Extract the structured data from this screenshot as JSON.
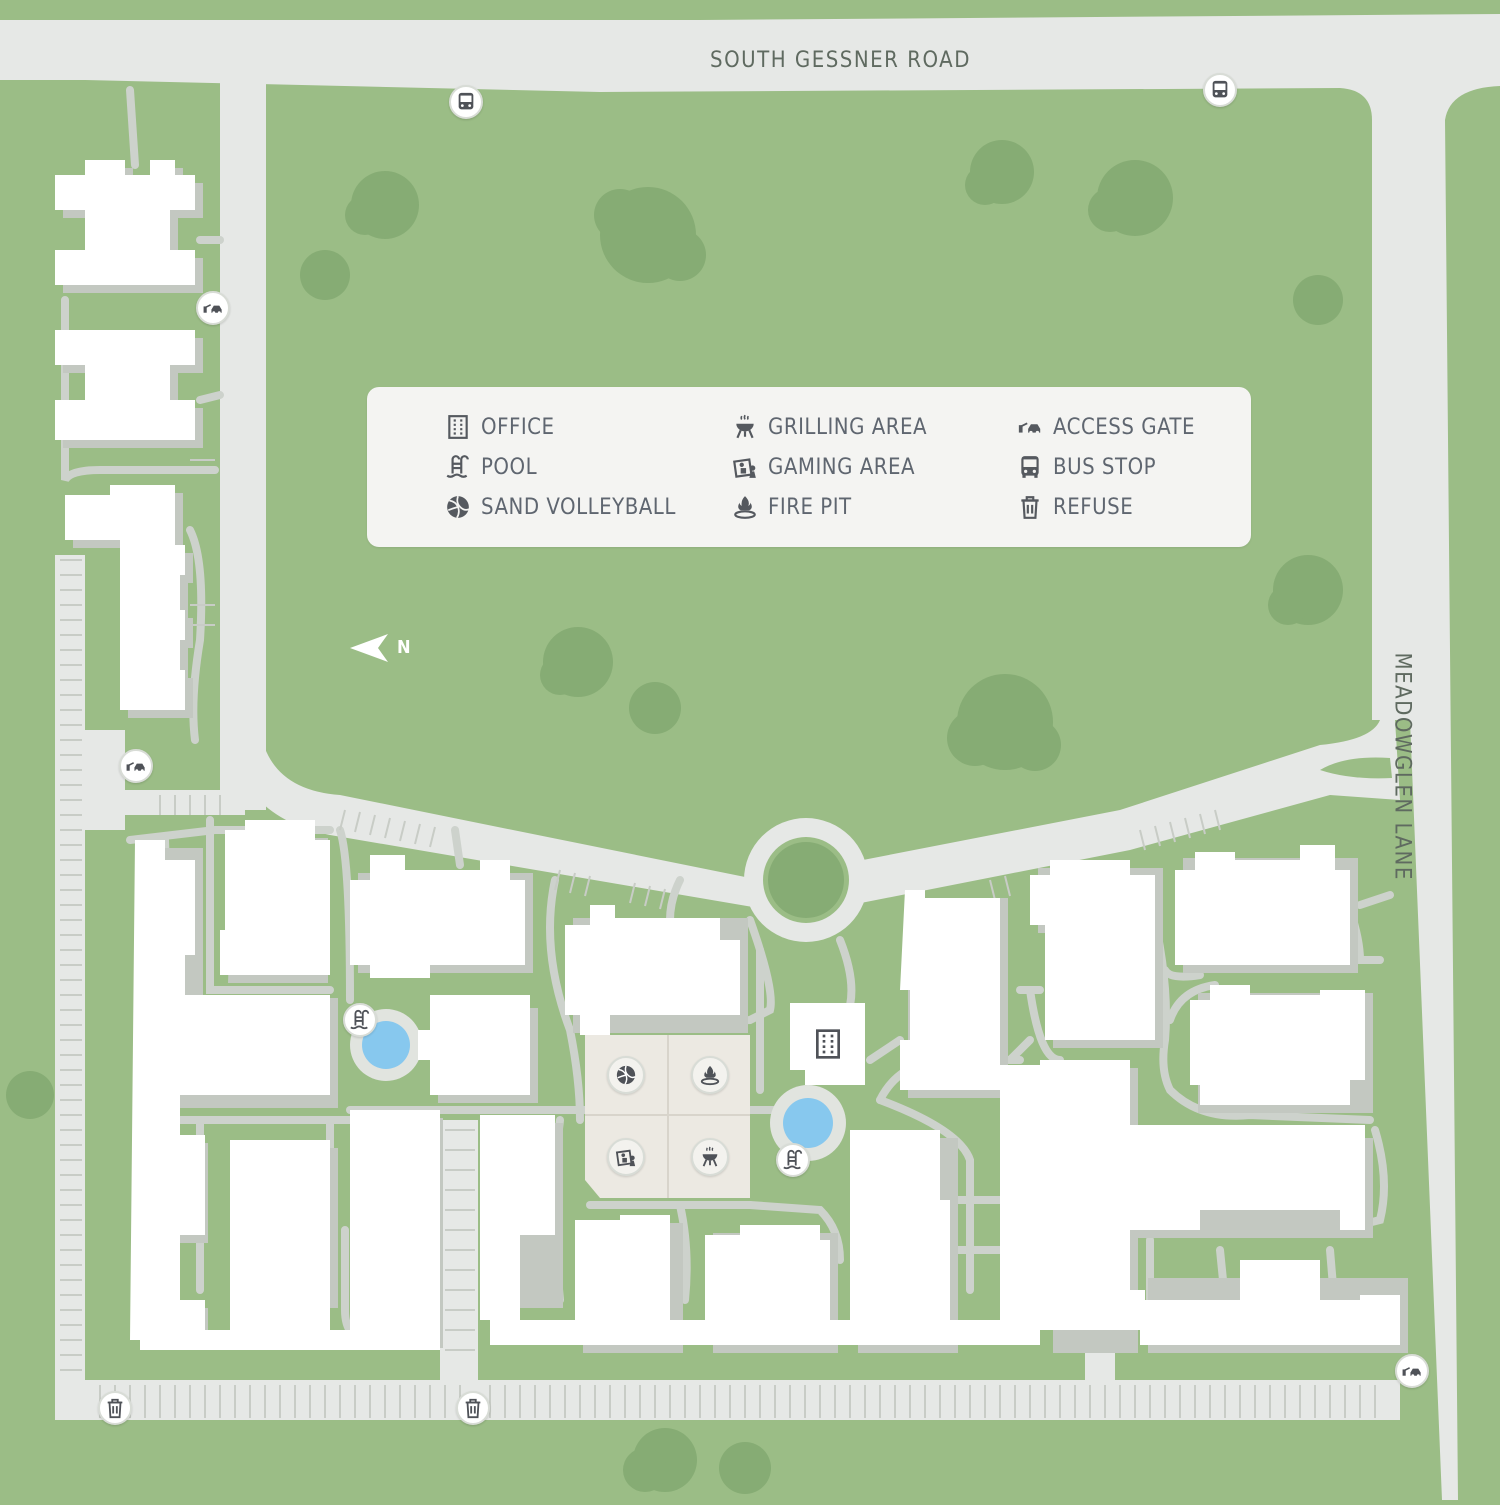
{
  "roads": {
    "north": "SOUTH GESSNER ROAD",
    "east": "MEADOWGLEN LANE"
  },
  "compass": {
    "label": "N"
  },
  "legend": {
    "items": [
      {
        "label": "OFFICE",
        "icon": "office-building-icon"
      },
      {
        "label": "POOL",
        "icon": "pool-ladder-icon"
      },
      {
        "label": "SAND VOLLEYBALL",
        "icon": "volleyball-icon"
      },
      {
        "label": "GRILLING AREA",
        "icon": "grill-icon"
      },
      {
        "label": "GAMING AREA",
        "icon": "game-board-icon"
      },
      {
        "label": "FIRE PIT",
        "icon": "fire-pit-icon"
      },
      {
        "label": "ACCESS GATE",
        "icon": "gate-car-icon"
      },
      {
        "label": "BUS STOP",
        "icon": "bus-icon"
      },
      {
        "label": "REFUSE",
        "icon": "trash-can-icon"
      }
    ]
  },
  "colors": {
    "grass": "#9bbd86",
    "road": "#e6e8e6",
    "path": "#cdd2cc",
    "building": "#ffffff",
    "tree": "#86ac74",
    "pool": "#87c8ee",
    "court": "#ece9e2",
    "icon": "#4f5258"
  }
}
